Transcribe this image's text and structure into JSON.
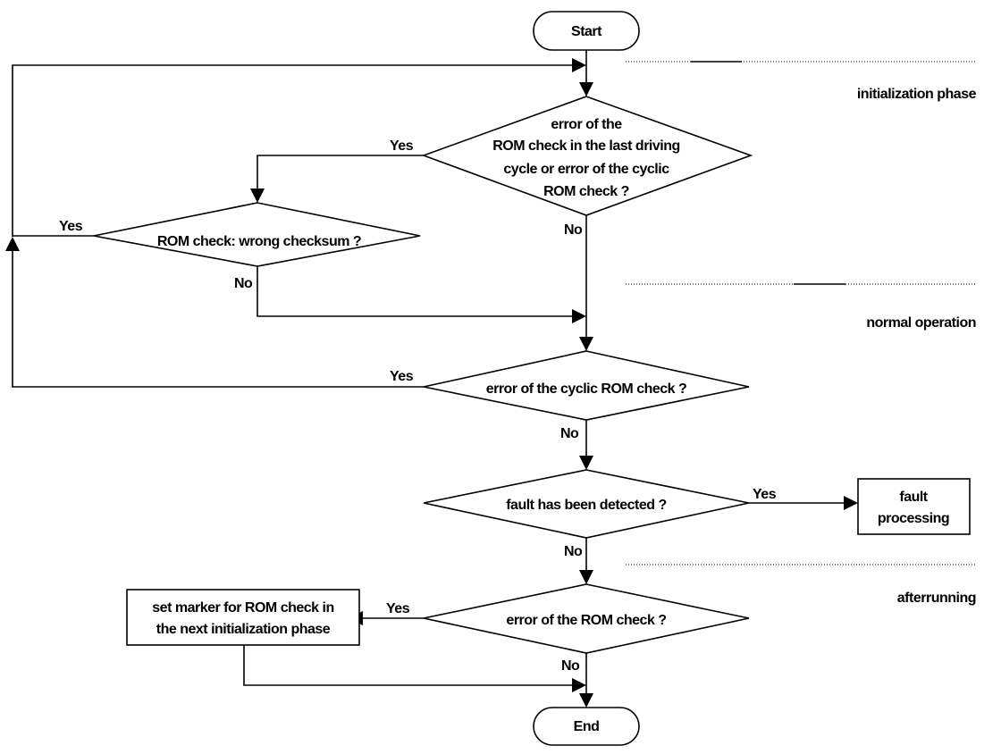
{
  "nodes": {
    "start": "Start",
    "end": "End",
    "d1": [
      "error of the",
      "ROM check in the last driving",
      "cycle or error of the cyclic",
      "ROM check ?"
    ],
    "d2": "ROM check: wrong checksum ?",
    "d3": "error of the cyclic ROM check ?",
    "d4": "fault has been detected ?",
    "d5": "error of the ROM check ?",
    "fault_box": [
      "fault",
      "processing"
    ],
    "marker_box": [
      "set marker for ROM check in",
      "the next initialization phase"
    ]
  },
  "edge_labels": {
    "d1_yes": "Yes",
    "d1_no": "No",
    "d2_yes": "Yes",
    "d2_no": "No",
    "d3_yes": "Yes",
    "d3_no": "No",
    "d4_yes": "Yes",
    "d4_no": "No",
    "d5_yes": "Yes",
    "d5_no": "No"
  },
  "phases": {
    "initialization": "initialization phase",
    "normal": "normal operation",
    "afterrunning": "afterrunning"
  }
}
